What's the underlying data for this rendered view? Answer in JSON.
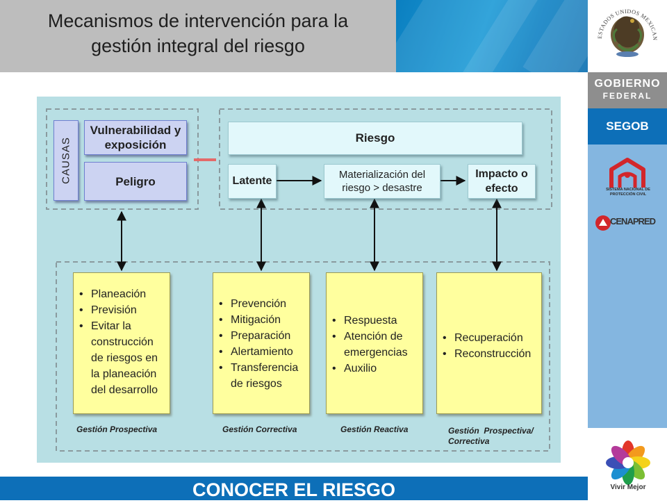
{
  "header": {
    "title_line1": "Mecanismos de intervención para la",
    "title_line2": "gestión integral del riesgo"
  },
  "sidebar": {
    "seal_text": "ESTADOS UNIDOS MEXICANOS",
    "gobierno_line1": "GOBIERNO",
    "gobierno_line2": "FEDERAL",
    "segob": "SEGOB",
    "sinaproc_line1": "SISTEMA NACIONAL DE",
    "sinaproc_line2": "PROTECCIÓN CIVIL",
    "cenapred": "CENAPRED",
    "vivir_mejor": "Vivir Mejor"
  },
  "footer": {
    "text": "CONOCER EL RIESGO"
  },
  "diagram": {
    "causas_label": "CAUSAS",
    "vulnerabilidad": "Vulnerabilidad y exposición",
    "peligro": "Peligro",
    "riesgo": "Riesgo",
    "latente": "Latente",
    "materializacion": "Materialización del riesgo > desastre",
    "impacto": "Impacto o efecto",
    "boxes": [
      {
        "items": [
          "Planeación",
          "Previsión",
          "Evitar la construcción de riesgos en la planeación del desarrollo"
        ]
      },
      {
        "items": [
          "Prevención",
          "Mitigación",
          "Preparación",
          "Alertamiento",
          "Transferencia de riesgos"
        ]
      },
      {
        "items": [
          "Respuesta",
          "Atención de emergencias",
          "Auxilio"
        ]
      },
      {
        "items": [
          "Recuperación",
          "Reconstrucción"
        ]
      }
    ],
    "captions": [
      "Gestión Prospectiva",
      "Gestión Correctiva",
      "Gestión Reactiva",
      "Gestión  Prospectiva/ Correctiva"
    ]
  },
  "colors": {
    "footer_blue": "#0d6fb8",
    "diagram_bg": "#b8dfe4",
    "yellow_box": "#ffff9e",
    "blue_box": "#ccd3f2",
    "cyan_box": "#e2f8fb",
    "arrow_red": "#e46a6a"
  }
}
